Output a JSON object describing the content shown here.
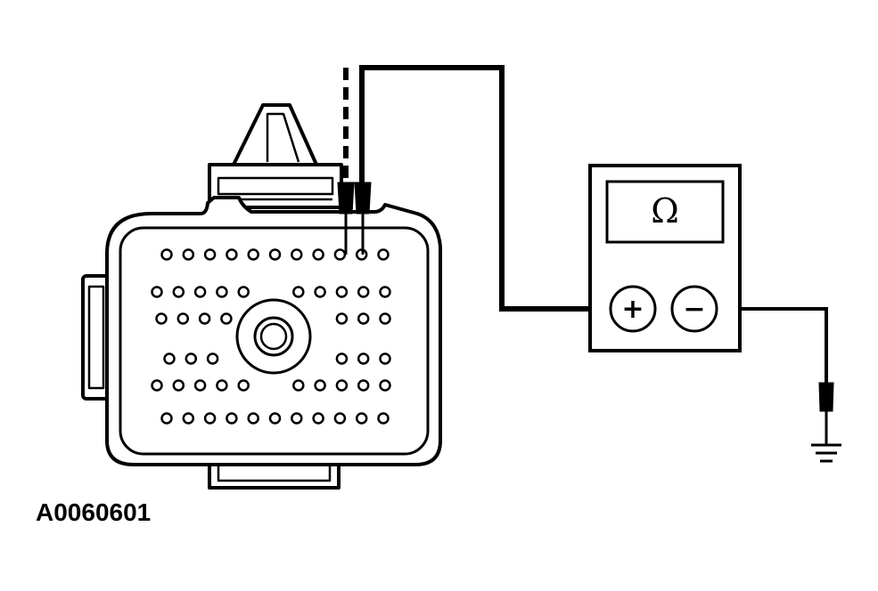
{
  "figure": {
    "id": "A0060601"
  },
  "meter": {
    "display_symbol": "Ω",
    "plus_label": "+",
    "minus_label": "−"
  },
  "connector": {
    "pin_rows": [
      11,
      5,
      5,
      4,
      3,
      3,
      3,
      5,
      5,
      11
    ],
    "row_layout": [
      "full",
      "left",
      "right",
      "left",
      "right",
      "left",
      "right",
      "left",
      "right",
      "full"
    ]
  },
  "colors": {
    "ink": "#000000",
    "paper": "#ffffff"
  }
}
